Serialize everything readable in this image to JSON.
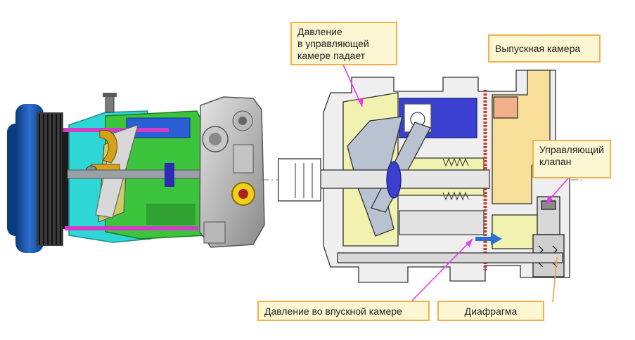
{
  "labels": {
    "control_pressure_line1": "Давление",
    "control_pressure_line2": "в управляющей",
    "control_pressure_line3": "камере падает",
    "discharge_chamber": "Выпускная камера",
    "control_valve_line1": "Управляющий",
    "control_valve_line2": "клапан",
    "suction_pressure": "Давление во впускной камере",
    "diaphragm": "Диафрагма"
  },
  "colors": {
    "callout_fill": "#fdf6d2",
    "callout_border": "#f2b04a",
    "leader_magenta": "#e83ce8",
    "leader_orange": "#f2a04a",
    "flow_arrow": "#2b6fd6",
    "housing_yellow": "#f2f2b0",
    "discharge_tan": "#f7df9a",
    "piston_blue": "#3a3fd0",
    "casing_cyan": "#2fd6d6",
    "casing_green": "#3cc43c"
  }
}
